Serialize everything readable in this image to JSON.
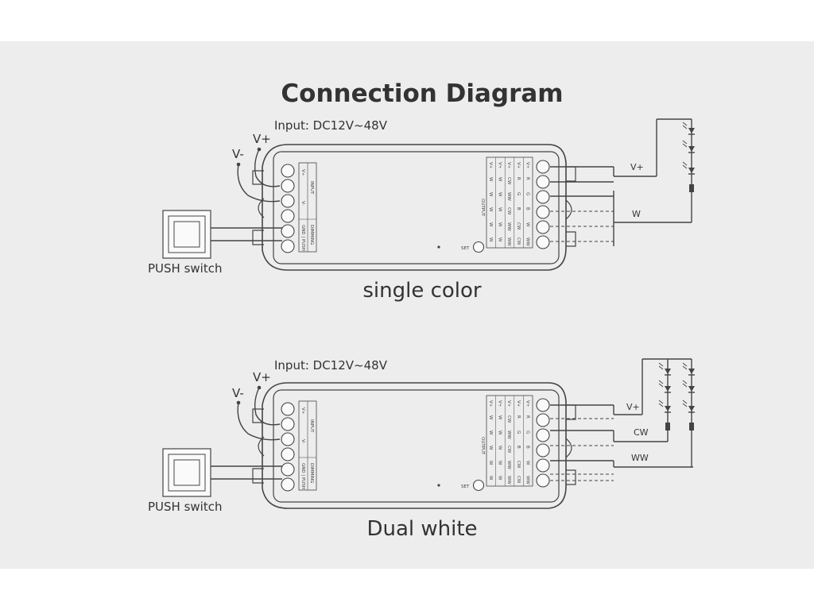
{
  "title": "Connection Diagram",
  "colors": {
    "background": "#ededed",
    "line": "#444444",
    "text": "#333333"
  },
  "icons": [
    "push-switch-icon",
    "led-icon",
    "set-button-icon",
    "terminal-screw-icon"
  ],
  "controller": {
    "input_label": "INPUT",
    "input_terminals": [
      "V+",
      "V-"
    ],
    "dimming_label": "DIMMING",
    "dimming_terminals": [
      "GND",
      "PUSH"
    ],
    "output_label": "OUTPUT",
    "output_grid": [
      [
        "V+",
        "V+",
        "V+",
        "V+",
        "V+"
      ],
      [
        "W",
        "W",
        "CW",
        "R",
        "R"
      ],
      [
        "W",
        "W",
        "WW",
        "G",
        "G"
      ],
      [
        "W",
        "W",
        "CW",
        "B",
        "B"
      ],
      [
        "W",
        "W",
        "WW",
        "CW",
        "W"
      ],
      [
        "W",
        "W",
        "WW",
        "CW",
        "WW"
      ]
    ],
    "set_label": "SET"
  },
  "diagrams": [
    {
      "id": "single",
      "input_text": "Input: DC12V~48V",
      "vplus": "V+",
      "vminus": "V-",
      "switch_label": "PUSH switch",
      "caption": "single color",
      "outputs": [
        "V+",
        "W"
      ]
    },
    {
      "id": "dual",
      "input_text": "Input: DC12V~48V",
      "vplus": "V+",
      "vminus": "V-",
      "switch_label": "PUSH switch",
      "caption": "Dual white",
      "outputs": [
        "V+",
        "CW",
        "WW"
      ]
    }
  ]
}
